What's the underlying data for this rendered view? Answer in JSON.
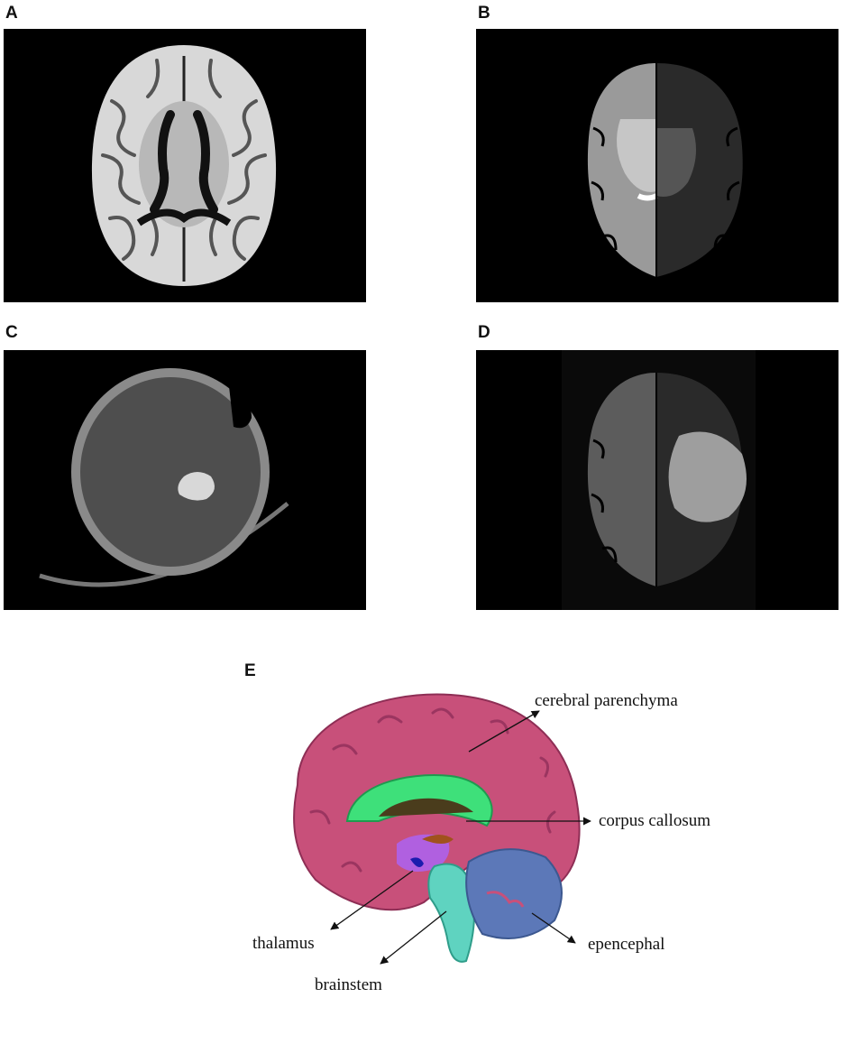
{
  "panels": {
    "a": {
      "label": "A"
    },
    "b": {
      "label": "B"
    },
    "c": {
      "label": "C"
    },
    "d": {
      "label": "D"
    },
    "e": {
      "label": "E"
    }
  },
  "annotations": {
    "cerebral_parenchyma": "cerebral parenchyma",
    "corpus_callosum": "corpus callosum",
    "thalamus": "thalamus",
    "brainstem": "brainstem",
    "epencephal": "epencephal"
  },
  "colors": {
    "parenchyma": "#c8507a",
    "corpus_callosum": "#3ee07a",
    "thalamus": "#b060e0",
    "brainstem": "#5fd3c0",
    "epencephal": "#5c78b8"
  }
}
